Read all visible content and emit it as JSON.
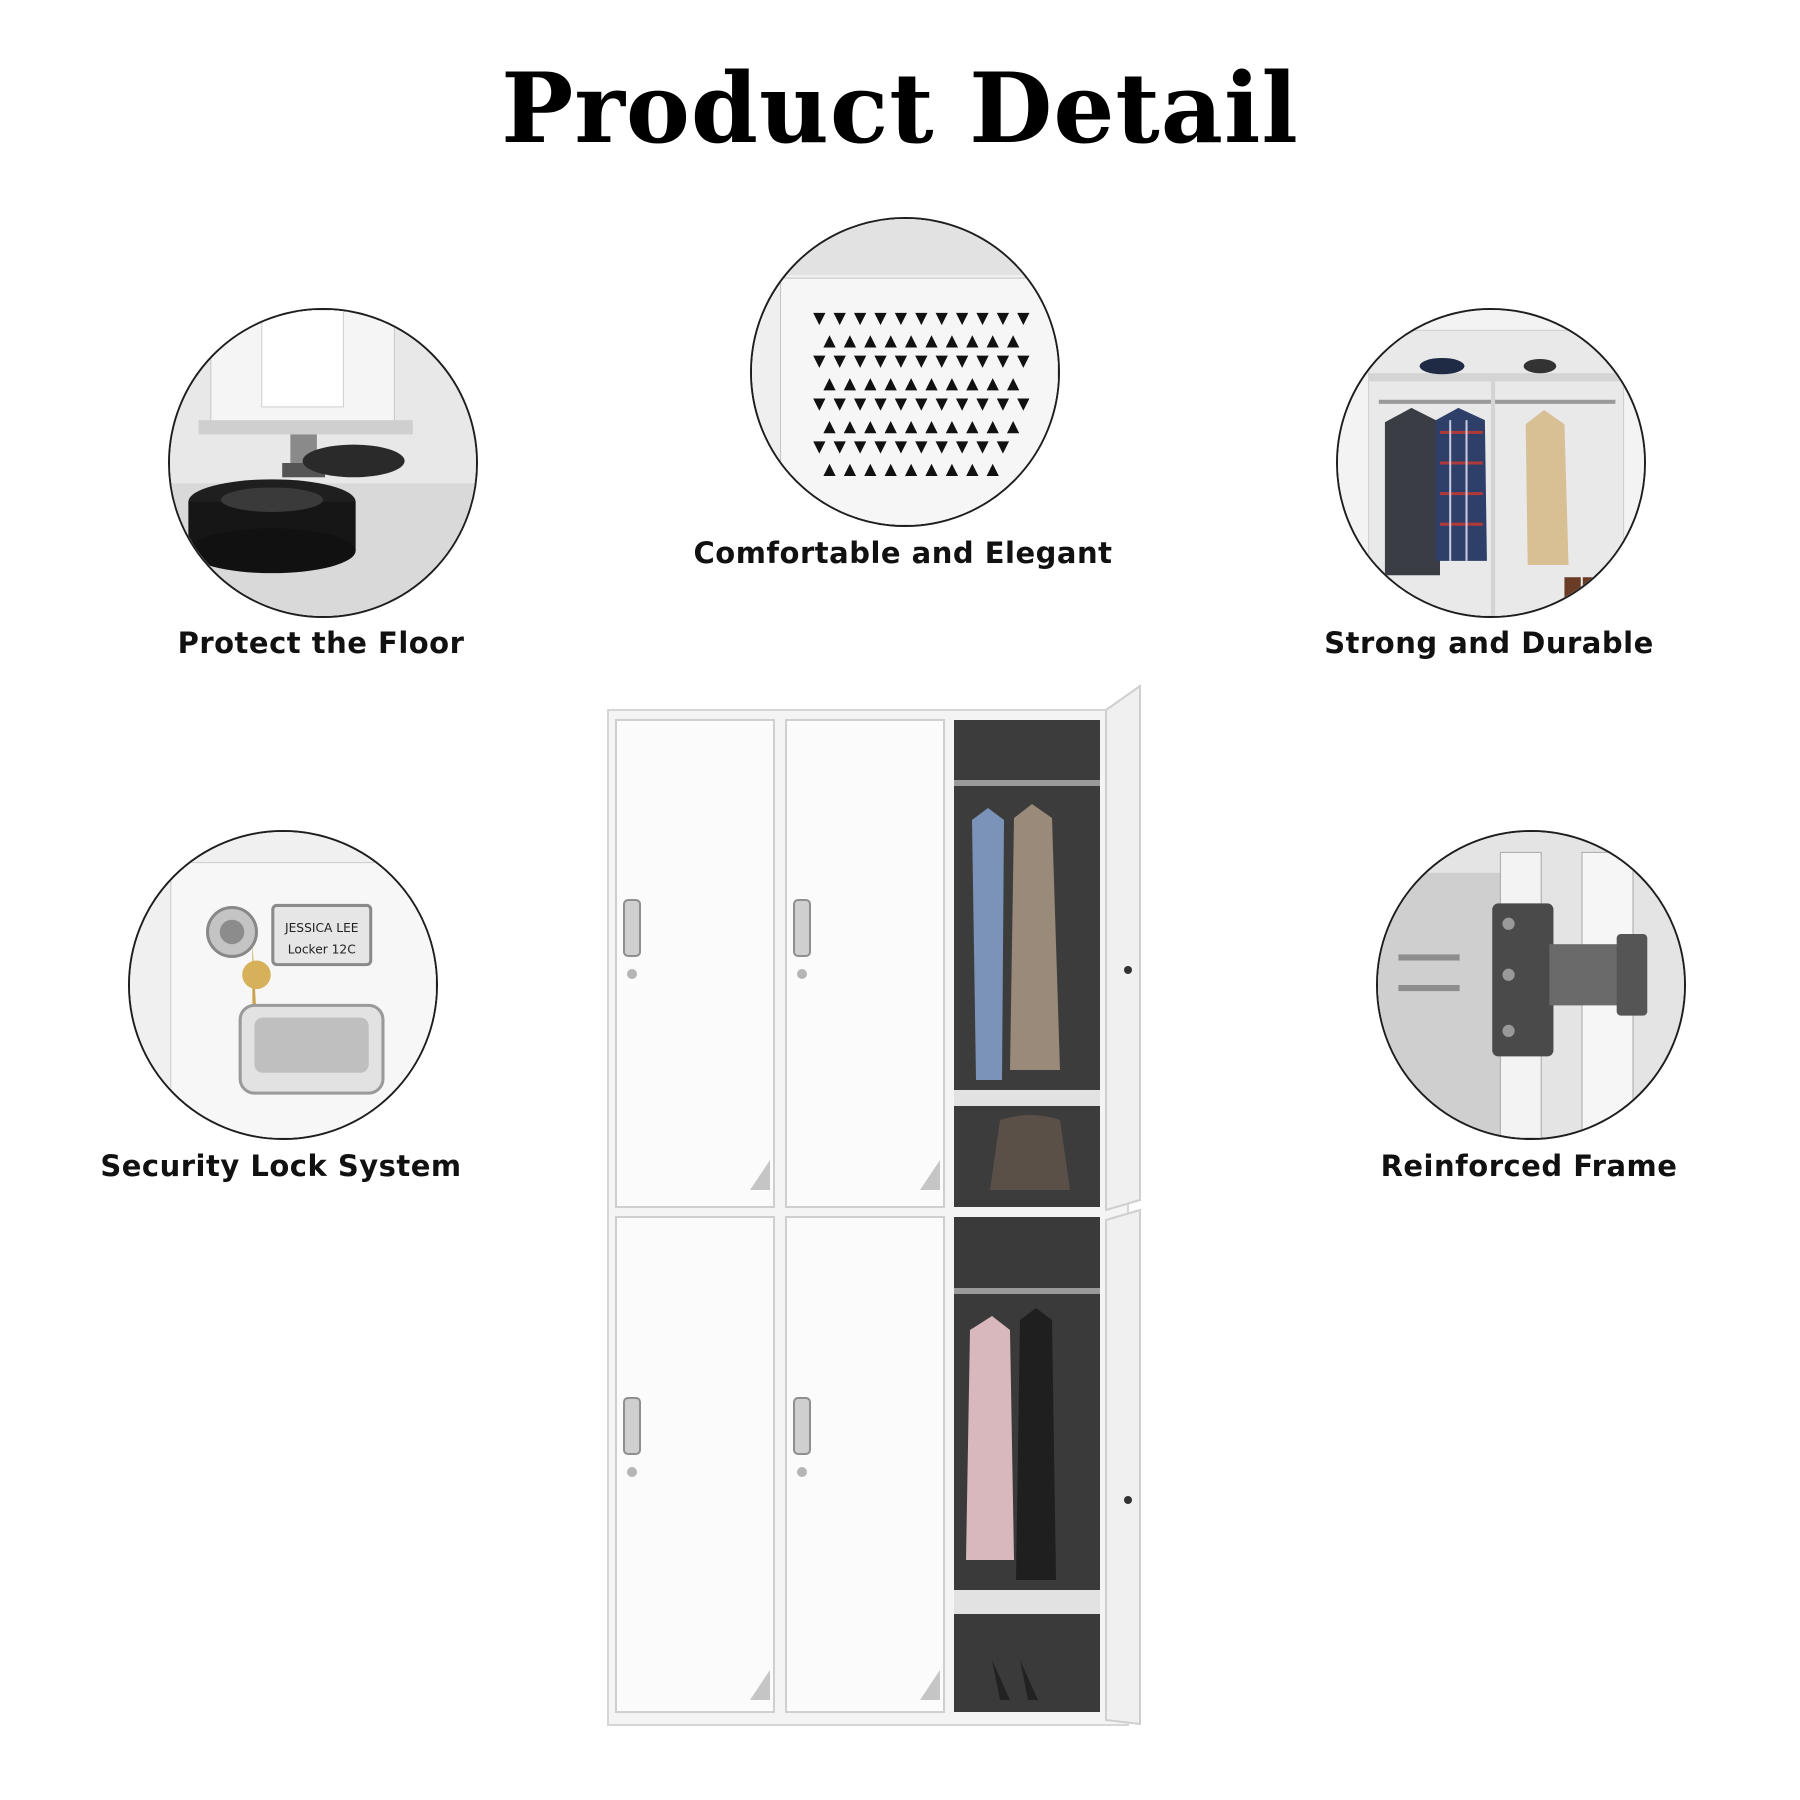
{
  "page": {
    "title": "Product Detail"
  },
  "features": [
    {
      "id": "floor",
      "caption": "Protect the Floor",
      "icon": "leveling-foot-photo"
    },
    {
      "id": "vent",
      "caption": "Comfortable and Elegant",
      "icon": "triangle-vent-photo"
    },
    {
      "id": "durable",
      "caption": "Strong and Durable",
      "icon": "wardrobe-interior-photo"
    },
    {
      "id": "lock",
      "caption": "Security Lock System",
      "icon": "key-lock-photo"
    },
    {
      "id": "frame",
      "caption": "Reinforced Frame",
      "icon": "hinge-photo"
    }
  ],
  "lock_detail": {
    "name_line": "JESSICA LEE",
    "locker_line": "Locker 12C"
  },
  "product": {
    "icon": "six-door-locker-photo"
  },
  "colors": {
    "locker_white": "#f4f4f4",
    "interior_gray": "#3c3c3c",
    "outline": "#1e1e1e"
  }
}
